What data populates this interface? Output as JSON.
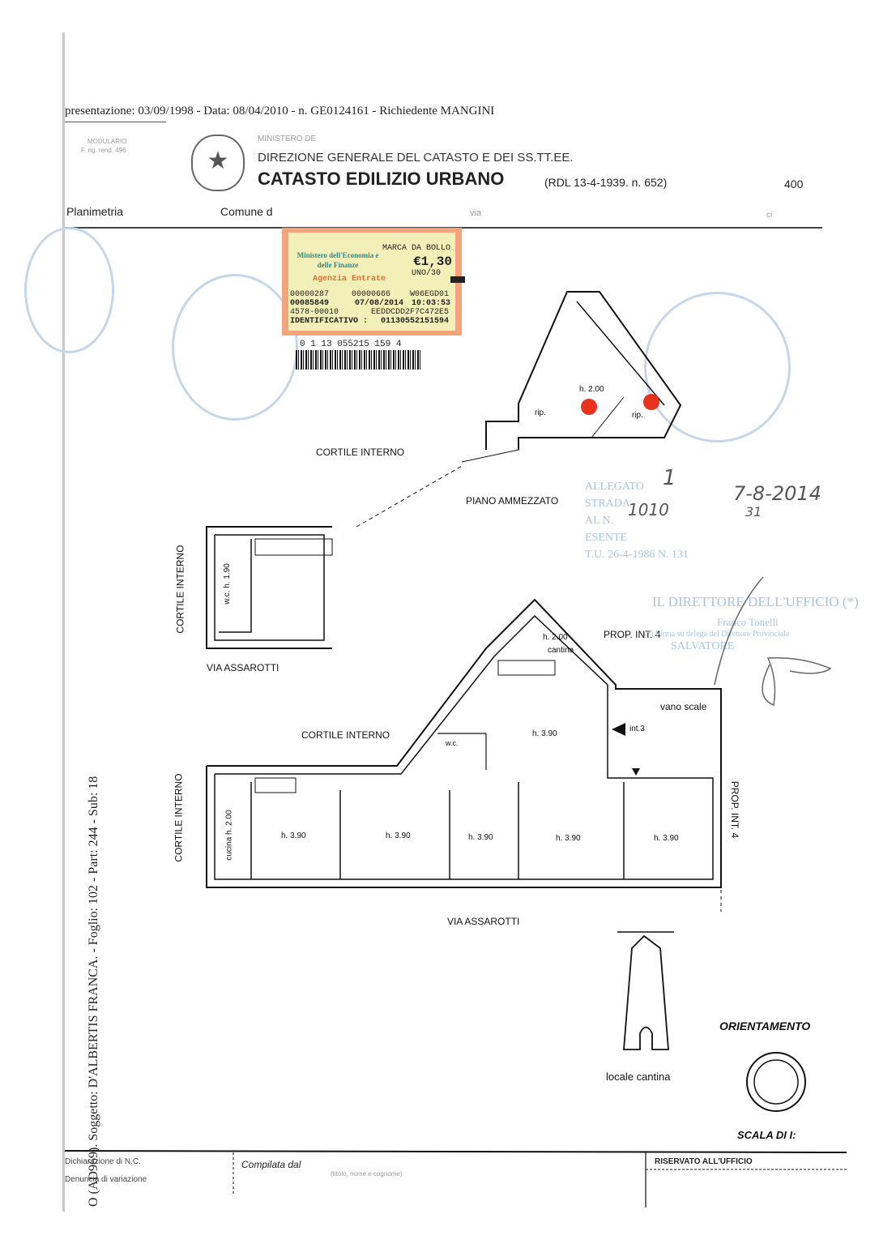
{
  "header": {
    "presentation_line": "presentazione: 03/09/1998 - Data: 08/04/2010 -  n. GE0124161 - Richiedente MANGINI",
    "modulario": "MODULARIO",
    "modulario_sub": "F. rig. rend. 496",
    "ministero": "MINISTERO DE",
    "direzione": "DIREZIONE GENERALE DEL CATASTO E DEI SS.TT.EE.",
    "catasto": "CATASTO EDILIZIO URBANO",
    "rdl": "(RDL 13-4-1939. n. 652)",
    "code": "400",
    "planimetria": "Planimetria",
    "comune": "Comune d",
    "via": "via",
    "ci": "ci"
  },
  "revenue_stamp": {
    "ministry": "Ministero dell'Economia e delle Finanze",
    "agency": "Agenzia Entrate",
    "title": "MARCA DA BOLLO",
    "amount": "€1,30",
    "fraction": "UNO/30",
    "lines": [
      [
        "00000287",
        "00000666",
        "W06EGD01"
      ],
      [
        "00085849",
        "07/08/2014",
        "10:03:53"
      ],
      [
        "4578-00010",
        "",
        "EEDDCDD2F7C472E5"
      ],
      [
        "IDENTIFICATIVO :",
        "",
        "01130552151594"
      ]
    ],
    "barcode_number": "0 1 13 055215 159 4"
  },
  "plan_labels": {
    "upper_height": "h. 2.00",
    "rip1": "rip.",
    "rip2": "rip.",
    "cortile_interno_top": "CORTILE INTERNO",
    "piano_ammezzato": "PIANO AMMEZZATO",
    "cortile_interno_left1": "CORTILE INTERNO",
    "wc_label": "w.c. h. 1.90",
    "via_assarotti_1": "VIA ASSAROTTI",
    "cantina_height": "h. 2.00",
    "cantina": "cantina",
    "prop_int_4_top": "PROP. INT. 4",
    "vano_scale": "vano scale",
    "cortile_interno_mid": "CORTILE INTERNO",
    "wc_small": "w.c.",
    "h_390_center": "h. 3.90",
    "int3": "int.3",
    "cortile_interno_left2": "CORTILE INTERNO",
    "cucina": "cucina h. 2.00",
    "rooms": [
      "h. 3.90",
      "h. 3.90",
      "h. 3.90",
      "h. 3.90",
      "h. 3.90"
    ],
    "prop_int_4_right": "PROP. INT. 4",
    "via_assarotti_2": "VIA ASSAROTTI",
    "locale_cantina": "locale cantina",
    "orientamento": "ORIENTAMENTO",
    "scala": "SCALA DI I:"
  },
  "annotations": {
    "allegato_lines": [
      "ALLEGATO",
      "STRADA",
      "AL N.",
      "ESENTE",
      "T.U. 26-4-1986 N. 131"
    ],
    "hand_num": "1",
    "hand_1010": "1010",
    "hand_date": "7-8-2014",
    "hand_31": "31",
    "direttore": "IL DIRETTORE DELL'UFFICIO (*)",
    "direttore_name": "Franco Tonelli",
    "firma": "(*) Firma su delega del Direttore Provinciale",
    "salvatore": "SALVATORE"
  },
  "side_text": "O (AD969). Soggetto: D'ALBERTIS FRANCA. - Foglio: 102 - Part: 244 - Sub: 18",
  "footer": {
    "dichiarazione": "Dichiarazione di N.C.",
    "denuncia": "Denuncia di variazione",
    "compilata": "Compilata dal",
    "nome": "(titolo, nome e cognome)",
    "riservato": "RISERVATO ALL'UFFICIO"
  },
  "colors": {
    "red_dot": "#e8321e",
    "stamp_blue": "#a9c4dd",
    "stamp_orange": "#f0a070"
  }
}
